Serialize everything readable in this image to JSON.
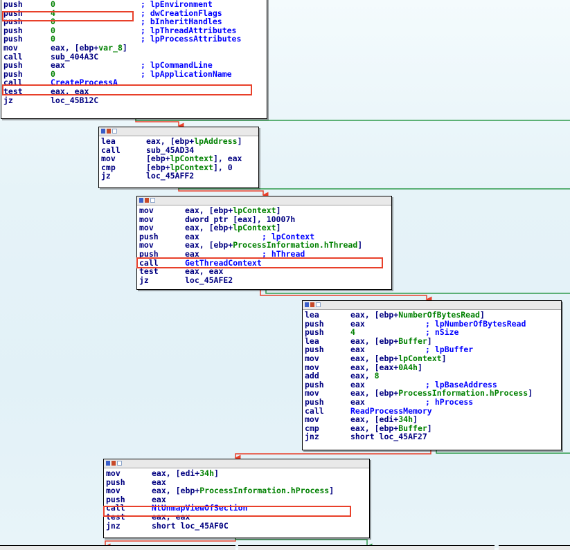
{
  "blocks": [
    {
      "id": "block-1",
      "has_header": false,
      "lines": [
        {
          "mnem": "push",
          "ops": [
            {
              "t": "0",
              "c": "num"
            }
          ],
          "cmt": "; lpEnvironment"
        },
        {
          "mnem": "push",
          "ops": [
            {
              "t": "4",
              "c": "num"
            }
          ],
          "cmt": "; dwCreationFlags"
        },
        {
          "mnem": "push",
          "ops": [
            {
              "t": "0",
              "c": "num"
            }
          ],
          "cmt": "; bInheritHandles"
        },
        {
          "mnem": "push",
          "ops": [
            {
              "t": "0",
              "c": "num"
            }
          ],
          "cmt": "; lpThreadAttributes"
        },
        {
          "mnem": "push",
          "ops": [
            {
              "t": "0",
              "c": "num"
            }
          ],
          "cmt": "; lpProcessAttributes"
        },
        {
          "mnem": "mov",
          "ops": [
            {
              "t": "eax, [ebp+",
              "c": "op"
            },
            {
              "t": "var_8",
              "c": "num"
            },
            {
              "t": "]",
              "c": "op"
            }
          ],
          "cmt": ""
        },
        {
          "mnem": "call",
          "ops": [
            {
              "t": "sub_404A3C",
              "c": "op"
            }
          ],
          "cmt": ""
        },
        {
          "mnem": "push",
          "ops": [
            {
              "t": "eax",
              "c": "op"
            }
          ],
          "cmt": "; lpCommandLine"
        },
        {
          "mnem": "push",
          "ops": [
            {
              "t": "0",
              "c": "num"
            }
          ],
          "cmt": "; lpApplicationName"
        },
        {
          "mnem": "call",
          "ops": [
            {
              "t": "CreateProcessA",
              "c": "cm"
            }
          ],
          "cmt": ""
        },
        {
          "mnem": "test",
          "ops": [
            {
              "t": "eax, eax",
              "c": "op"
            }
          ],
          "cmt": ""
        },
        {
          "mnem": "jz",
          "ops": [
            {
              "t": "loc_45B12C",
              "c": "op"
            }
          ],
          "cmt": ""
        }
      ]
    },
    {
      "id": "block-2",
      "has_header": true,
      "lines": [
        {
          "mnem": "lea",
          "ops": [
            {
              "t": "eax, [ebp+",
              "c": "op"
            },
            {
              "t": "lpAddress",
              "c": "num"
            },
            {
              "t": "]",
              "c": "op"
            }
          ],
          "cmt": ""
        },
        {
          "mnem": "call",
          "ops": [
            {
              "t": "sub_45AD34",
              "c": "op"
            }
          ],
          "cmt": ""
        },
        {
          "mnem": "mov",
          "ops": [
            {
              "t": "[ebp+",
              "c": "op"
            },
            {
              "t": "lpContext",
              "c": "num"
            },
            {
              "t": "], eax",
              "c": "op"
            }
          ],
          "cmt": ""
        },
        {
          "mnem": "cmp",
          "ops": [
            {
              "t": "[ebp+",
              "c": "op"
            },
            {
              "t": "lpContext",
              "c": "num"
            },
            {
              "t": "], 0",
              "c": "op"
            }
          ],
          "cmt": ""
        },
        {
          "mnem": "jz",
          "ops": [
            {
              "t": "loc_45AFF2",
              "c": "op"
            }
          ],
          "cmt": ""
        }
      ]
    },
    {
      "id": "block-3",
      "has_header": true,
      "lines": [
        {
          "mnem": "mov",
          "ops": [
            {
              "t": "eax, [ebp+",
              "c": "op"
            },
            {
              "t": "lpContext",
              "c": "num"
            },
            {
              "t": "]",
              "c": "op"
            }
          ],
          "cmt": ""
        },
        {
          "mnem": "mov",
          "ops": [
            {
              "t": "dword ptr [eax], 10007h",
              "c": "op"
            }
          ],
          "cmt": ""
        },
        {
          "mnem": "mov",
          "ops": [
            {
              "t": "eax, [ebp+",
              "c": "op"
            },
            {
              "t": "lpContext",
              "c": "num"
            },
            {
              "t": "]",
              "c": "op"
            }
          ],
          "cmt": ""
        },
        {
          "mnem": "push",
          "ops": [
            {
              "t": "eax",
              "c": "op"
            }
          ],
          "cmt": "; lpContext"
        },
        {
          "mnem": "mov",
          "ops": [
            {
              "t": "eax, [ebp+",
              "c": "op"
            },
            {
              "t": "ProcessInformation.hThread",
              "c": "num"
            },
            {
              "t": "]",
              "c": "op"
            }
          ],
          "cmt": ""
        },
        {
          "mnem": "push",
          "ops": [
            {
              "t": "eax",
              "c": "op"
            }
          ],
          "cmt": "; hThread"
        },
        {
          "mnem": "call",
          "ops": [
            {
              "t": "GetThreadContext",
              "c": "cm"
            }
          ],
          "cmt": ""
        },
        {
          "mnem": "test",
          "ops": [
            {
              "t": "eax, eax",
              "c": "op"
            }
          ],
          "cmt": ""
        },
        {
          "mnem": "jz",
          "ops": [
            {
              "t": "loc_45AFE2",
              "c": "op"
            }
          ],
          "cmt": ""
        }
      ]
    },
    {
      "id": "block-4",
      "has_header": true,
      "lines": [
        {
          "mnem": "lea",
          "ops": [
            {
              "t": "eax, [ebp+",
              "c": "op"
            },
            {
              "t": "NumberOfBytesRead",
              "c": "num"
            },
            {
              "t": "]",
              "c": "op"
            }
          ],
          "cmt": ""
        },
        {
          "mnem": "push",
          "ops": [
            {
              "t": "eax",
              "c": "op"
            }
          ],
          "cmt": "; lpNumberOfBytesRead"
        },
        {
          "mnem": "push",
          "ops": [
            {
              "t": "4",
              "c": "num"
            }
          ],
          "cmt": "; nSize"
        },
        {
          "mnem": "lea",
          "ops": [
            {
              "t": "eax, [ebp+",
              "c": "op"
            },
            {
              "t": "Buffer",
              "c": "num"
            },
            {
              "t": "]",
              "c": "op"
            }
          ],
          "cmt": ""
        },
        {
          "mnem": "push",
          "ops": [
            {
              "t": "eax",
              "c": "op"
            }
          ],
          "cmt": "; lpBuffer"
        },
        {
          "mnem": "mov",
          "ops": [
            {
              "t": "eax, [ebp+",
              "c": "op"
            },
            {
              "t": "lpContext",
              "c": "num"
            },
            {
              "t": "]",
              "c": "op"
            }
          ],
          "cmt": ""
        },
        {
          "mnem": "mov",
          "ops": [
            {
              "t": "eax, [eax+",
              "c": "op"
            },
            {
              "t": "0A4h",
              "c": "num"
            },
            {
              "t": "]",
              "c": "op"
            }
          ],
          "cmt": ""
        },
        {
          "mnem": "add",
          "ops": [
            {
              "t": "eax, ",
              "c": "op"
            },
            {
              "t": "8",
              "c": "num"
            }
          ],
          "cmt": ""
        },
        {
          "mnem": "push",
          "ops": [
            {
              "t": "eax",
              "c": "op"
            }
          ],
          "cmt": "; lpBaseAddress"
        },
        {
          "mnem": "mov",
          "ops": [
            {
              "t": "eax, [ebp+",
              "c": "op"
            },
            {
              "t": "ProcessInformation.hProcess",
              "c": "num"
            },
            {
              "t": "]",
              "c": "op"
            }
          ],
          "cmt": ""
        },
        {
          "mnem": "push",
          "ops": [
            {
              "t": "eax",
              "c": "op"
            }
          ],
          "cmt": "; hProcess"
        },
        {
          "mnem": "call",
          "ops": [
            {
              "t": "ReadProcessMemory",
              "c": "cm"
            }
          ],
          "cmt": ""
        },
        {
          "mnem": "mov",
          "ops": [
            {
              "t": "eax, [edi+",
              "c": "op"
            },
            {
              "t": "34h",
              "c": "num"
            },
            {
              "t": "]",
              "c": "op"
            }
          ],
          "cmt": ""
        },
        {
          "mnem": "cmp",
          "ops": [
            {
              "t": "eax, [ebp+",
              "c": "op"
            },
            {
              "t": "Buffer",
              "c": "num"
            },
            {
              "t": "]",
              "c": "op"
            }
          ],
          "cmt": ""
        },
        {
          "mnem": "jnz",
          "ops": [
            {
              "t": "short loc_45AF27",
              "c": "op"
            }
          ],
          "cmt": ""
        }
      ]
    },
    {
      "id": "block-5",
      "has_header": true,
      "lines": [
        {
          "mnem": "mov",
          "ops": [
            {
              "t": "eax, [edi+",
              "c": "op"
            },
            {
              "t": "34h",
              "c": "num"
            },
            {
              "t": "]",
              "c": "op"
            }
          ],
          "cmt": ""
        },
        {
          "mnem": "push",
          "ops": [
            {
              "t": "eax",
              "c": "op"
            }
          ],
          "cmt": ""
        },
        {
          "mnem": "mov",
          "ops": [
            {
              "t": "eax, [ebp+",
              "c": "op"
            },
            {
              "t": "ProcessInformation.hProcess",
              "c": "num"
            },
            {
              "t": "]",
              "c": "op"
            }
          ],
          "cmt": ""
        },
        {
          "mnem": "push",
          "ops": [
            {
              "t": "eax",
              "c": "op"
            }
          ],
          "cmt": ""
        },
        {
          "mnem": "call",
          "ops": [
            {
              "t": "NtUnmapViewOfSection",
              "c": "cm"
            }
          ],
          "cmt": ""
        },
        {
          "mnem": "test",
          "ops": [
            {
              "t": "eax, eax",
              "c": "op"
            }
          ],
          "cmt": ""
        },
        {
          "mnem": "jnz",
          "ops": [
            {
              "t": "short loc_45AF0C",
              "c": "op"
            }
          ],
          "cmt": ""
        }
      ]
    }
  ],
  "colors": {
    "mnemonic": "#000080",
    "number": "#008000",
    "symbol": "#0000ff",
    "highlight": "#e8402a",
    "edge_true": "#2e9a4b",
    "edge_false": "#e8402a"
  }
}
